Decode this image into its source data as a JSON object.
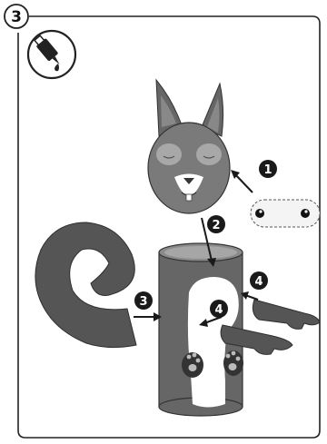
{
  "step": {
    "number": "3"
  },
  "icons": {
    "glue": "glue-bottle-icon"
  },
  "markers": [
    {
      "id": "m1",
      "label": "1"
    },
    {
      "id": "m2",
      "label": "2"
    },
    {
      "id": "m3",
      "label": "3"
    },
    {
      "id": "m4a",
      "label": "4"
    },
    {
      "id": "m4b",
      "label": "4"
    }
  ],
  "colors": {
    "frame": "#222222",
    "dark": "#5a5a5a",
    "mid": "#808080",
    "light": "#bdbdbd",
    "marker": "#1a1a1a",
    "white": "#ffffff"
  }
}
